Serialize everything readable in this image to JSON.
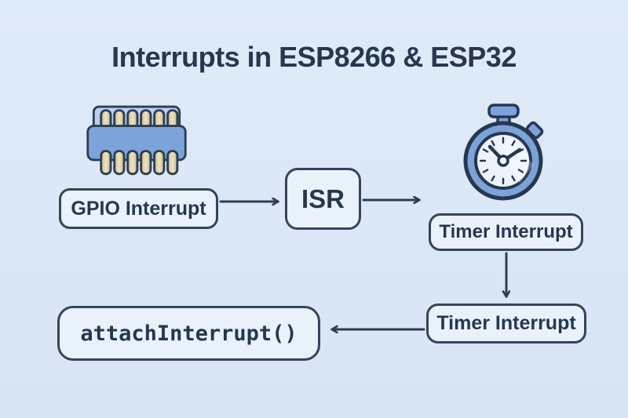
{
  "title": "Interrupts in ESP8266 & ESP32",
  "nodes": {
    "gpio": {
      "label": "GPIO Interrupt"
    },
    "isr": {
      "label": "ISR"
    },
    "timer_top": {
      "label": "Timer Interrupt"
    },
    "timer_bottom": {
      "label": "Timer Interrupt"
    },
    "attach": {
      "label": "attachInterrupt()"
    }
  },
  "edges": [
    {
      "from": "gpio",
      "to": "isr"
    },
    {
      "from": "isr",
      "to": "timer_top"
    },
    {
      "from": "timer_top",
      "to": "timer_bottom"
    },
    {
      "from": "timer_bottom",
      "to": "attach"
    }
  ],
  "icons": {
    "chip": "microchip-icon",
    "stopwatch": "stopwatch-icon"
  },
  "colors": {
    "background": "#dce8f7",
    "outline": "#33455c",
    "box_fill": "#e9f1fb",
    "text": "#263750",
    "chip_body": "#7da4da",
    "chip_back_plate": "#b9cfee",
    "chip_pin": "#d9c79e",
    "stopwatch_ring": "#7da2d9",
    "stopwatch_face": "#edf3fc"
  }
}
